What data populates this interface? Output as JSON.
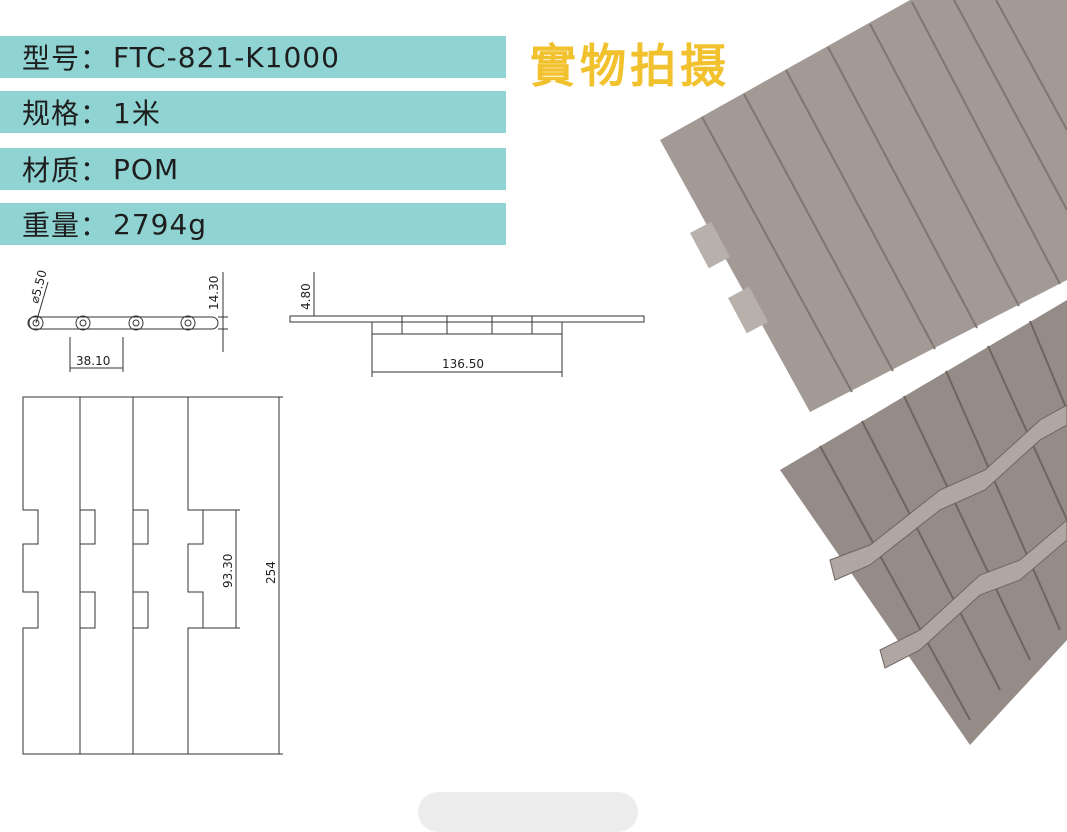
{
  "specs": [
    {
      "label": "型号",
      "sep": "：",
      "value": "FTC-821-K1000"
    },
    {
      "label": "规格",
      "sep": "：",
      "value": "1米"
    },
    {
      "label": "材质",
      "sep": "：",
      "value": "POM"
    },
    {
      "label": "重量",
      "sep": "：",
      "value": "2794g"
    }
  ],
  "photo_label": "實物拍摄",
  "dimensions": {
    "hole_diameter": "⌀5.50",
    "height": "14.30",
    "thickness": "4.80",
    "pitch": "38.10",
    "hinge_width": "136.50",
    "slot_width": "93.30",
    "plate_width": "254"
  },
  "colors": {
    "spec_bar": "#8fd3d3",
    "photo_label": "#f2c12e",
    "chain": "#a39a95"
  }
}
